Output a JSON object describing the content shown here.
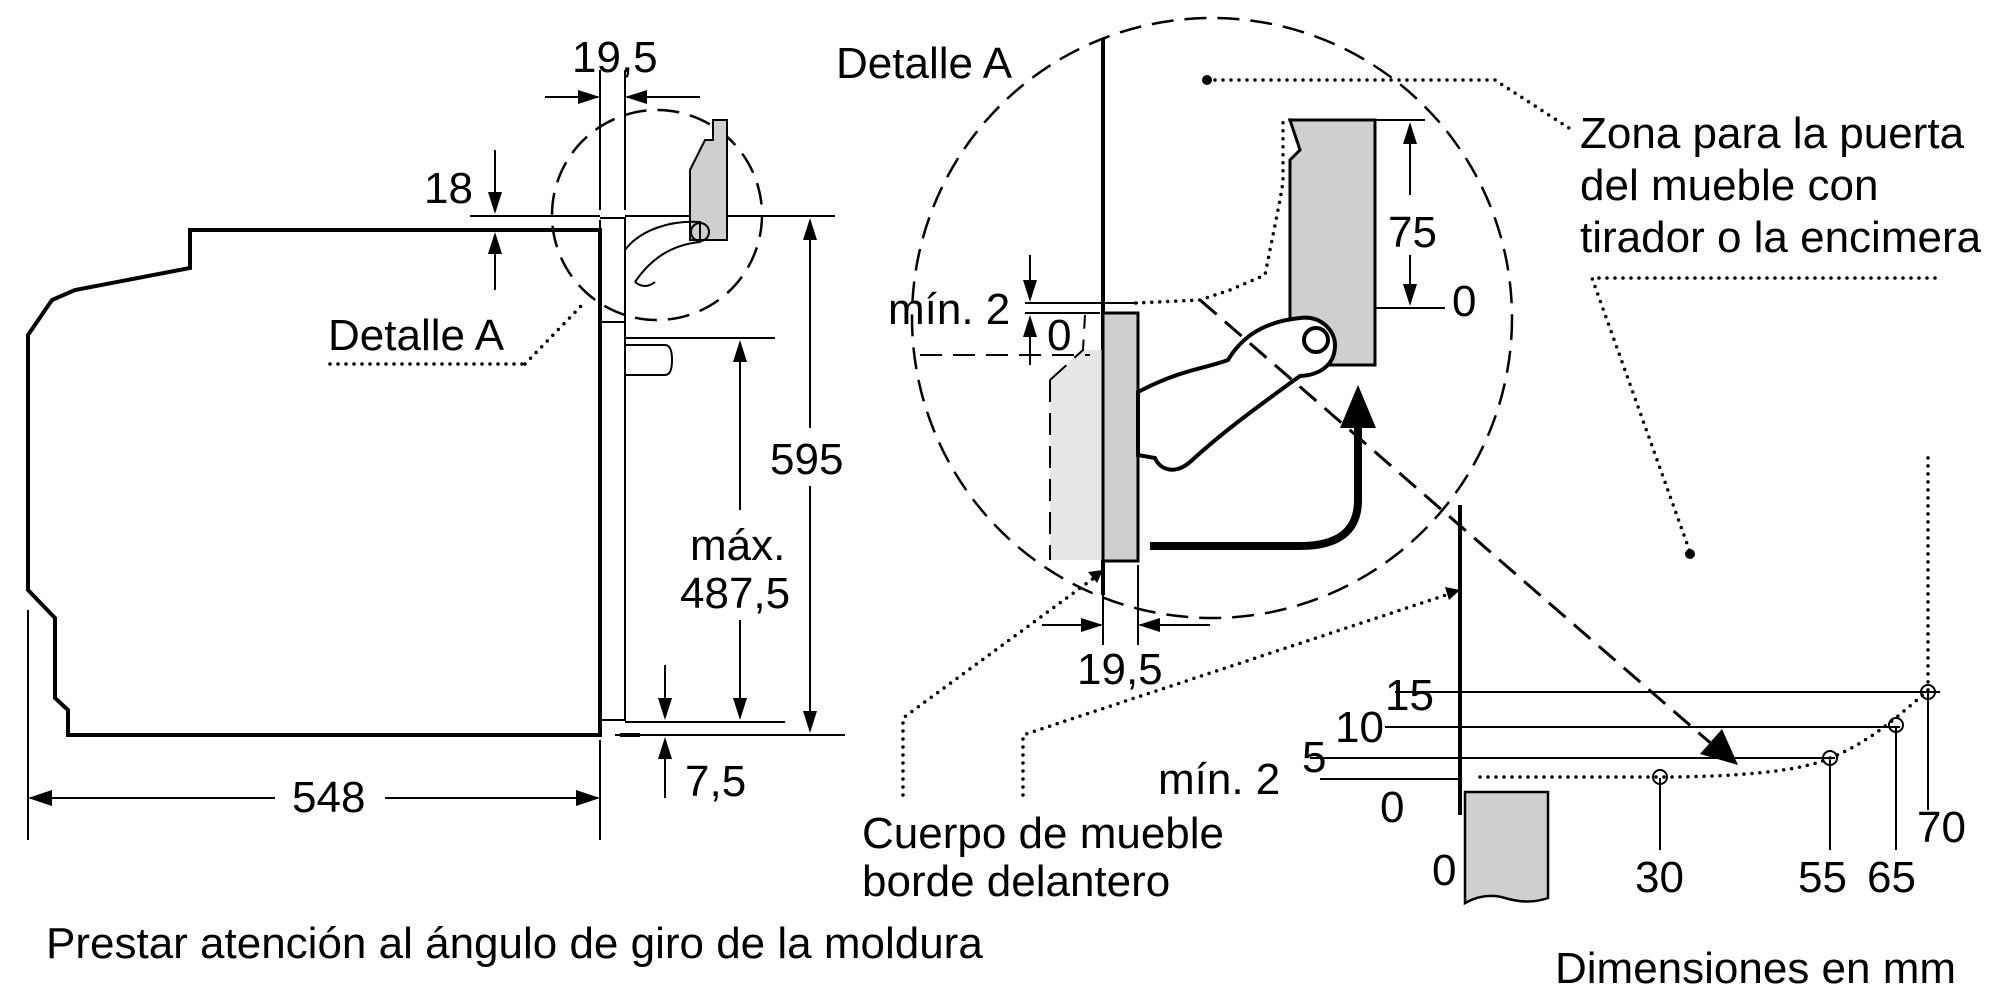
{
  "labels": {
    "detail_title": "Detalle A",
    "detail_ref": "Detalle A",
    "dim_top_gap": "19,5",
    "dim_18": "18",
    "dim_595": "595",
    "dim_max_label": "máx.",
    "dim_max_value": "487,5",
    "dim_bottom": "7,5",
    "dim_depth": "548",
    "detail_min": "mín. 2",
    "detail_zero_left": "0",
    "detail_75": "75",
    "detail_zero_right": "0",
    "detail_gap": "19,5",
    "zone_line1": "Zona para la puerta",
    "zone_line2": "del mueble con",
    "zone_line3": "tirador o la encimera",
    "body_line1": "Cuerpo de mueble",
    "body_line2": "borde delantero",
    "graph_y15": "15",
    "graph_y10": "10",
    "graph_y5": "5",
    "graph_min": "mín. 2",
    "graph_y0": "0",
    "graph_x0": "0",
    "graph_x30": "30",
    "graph_x55": "55",
    "graph_x65": "65",
    "graph_x70": "70",
    "note": "Prestar atención al ángulo de giro de la moldura",
    "units": "Dimensiones en mm"
  }
}
